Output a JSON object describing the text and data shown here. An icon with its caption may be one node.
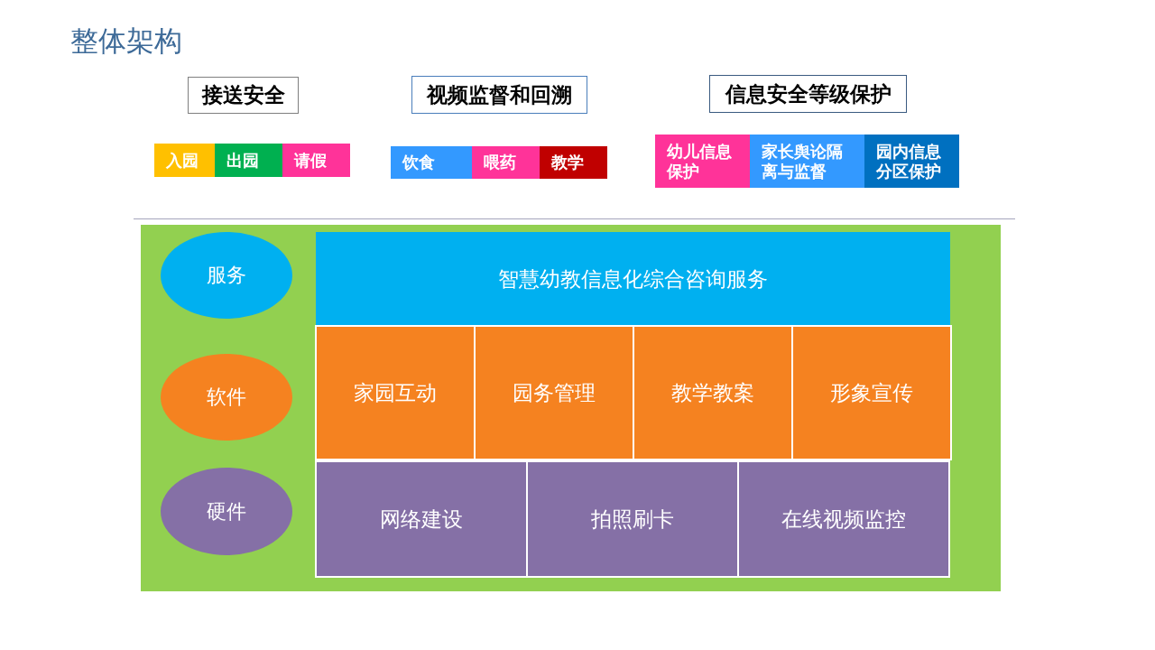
{
  "diagram": {
    "title": "整体架构",
    "nodes": [
      {
        "text": [
          "接送安全"
        ]
      },
      {
        "text": [
          "视频监督和回溯"
        ]
      },
      {
        "text": [
          "信息安全等级保护"
        ]
      },
      {
        "text": [
          "入园"
        ]
      },
      {
        "text": [
          "出园"
        ]
      },
      {
        "text": [
          "请假"
        ]
      },
      {
        "text": [
          "饮食"
        ]
      },
      {
        "text": [
          "喂药"
        ]
      },
      {
        "text": [
          "教学"
        ]
      },
      {
        "text": [
          "幼儿信息保护"
        ]
      },
      {
        "text": [
          "家长舆论隔离与监督"
        ]
      },
      {
        "text": [
          "园内信息分区保护"
        ]
      },
      {
        "text": [],
        "shape": "box"
      },
      {
        "text": [
          "服务"
        ],
        "in": 12
      },
      {
        "text": [
          "智慧幼教信息化综合咨询服务"
        ],
        "in": 12
      },
      {
        "text": [
          "软件"
        ],
        "in": 12
      },
      {
        "text": [
          "家园互动"
        ],
        "in": 12
      },
      {
        "text": [
          "园务管理"
        ],
        "in": 12
      },
      {
        "text": [
          "教学教案"
        ],
        "in": 12
      },
      {
        "text": [
          "形象宣传"
        ],
        "in": 12
      },
      {
        "text": [
          "硬件"
        ],
        "in": 12
      },
      {
        "text": [
          "网络建设"
        ],
        "in": 12
      },
      {
        "text": [
          "拍照刷卡"
        ],
        "in": 12
      },
      {
        "text": [
          "在线视频监控"
        ],
        "in": 12
      }
    ]
  }
}
